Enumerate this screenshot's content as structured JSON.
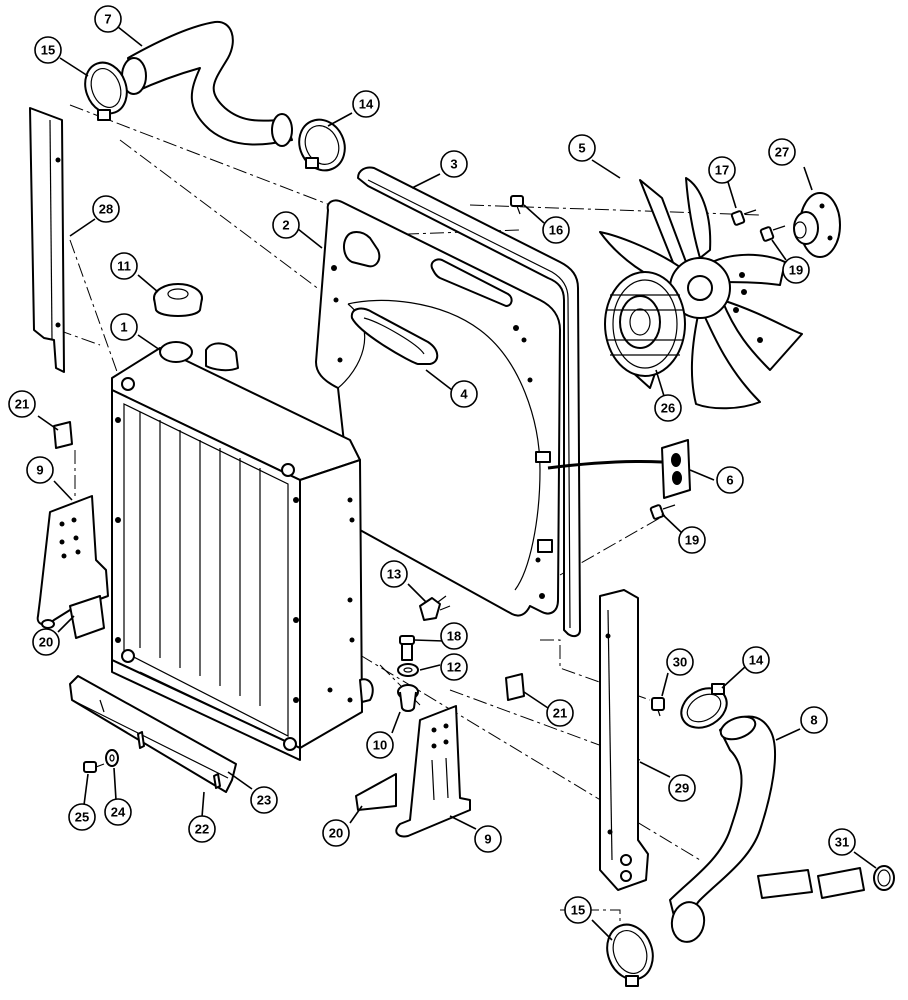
{
  "callouts": [
    {
      "id": "c7",
      "label": "7"
    },
    {
      "id": "c15a",
      "label": "15"
    },
    {
      "id": "c14a",
      "label": "14"
    },
    {
      "id": "c28",
      "label": "28"
    },
    {
      "id": "c3",
      "label": "3"
    },
    {
      "id": "c2",
      "label": "2"
    },
    {
      "id": "c16",
      "label": "16"
    },
    {
      "id": "c5",
      "label": "5"
    },
    {
      "id": "c17",
      "label": "17"
    },
    {
      "id": "c27",
      "label": "27"
    },
    {
      "id": "c11",
      "label": "11"
    },
    {
      "id": "c19a",
      "label": "19"
    },
    {
      "id": "c1",
      "label": "1"
    },
    {
      "id": "c4",
      "label": "4"
    },
    {
      "id": "c26",
      "label": "26"
    },
    {
      "id": "c21a",
      "label": "21"
    },
    {
      "id": "c9a",
      "label": "9"
    },
    {
      "id": "c6",
      "label": "6"
    },
    {
      "id": "c19b",
      "label": "19"
    },
    {
      "id": "c13",
      "label": "13"
    },
    {
      "id": "c18",
      "label": "18"
    },
    {
      "id": "c20a",
      "label": "20"
    },
    {
      "id": "c12",
      "label": "12"
    },
    {
      "id": "c30",
      "label": "30"
    },
    {
      "id": "c14b",
      "label": "14"
    },
    {
      "id": "c21b",
      "label": "21"
    },
    {
      "id": "c10",
      "label": "10"
    },
    {
      "id": "c8",
      "label": "8"
    },
    {
      "id": "c23",
      "label": "23"
    },
    {
      "id": "c29",
      "label": "29"
    },
    {
      "id": "c25",
      "label": "25"
    },
    {
      "id": "c24",
      "label": "24"
    },
    {
      "id": "c22",
      "label": "22"
    },
    {
      "id": "c20b",
      "label": "20"
    },
    {
      "id": "c9b",
      "label": "9"
    },
    {
      "id": "c31",
      "label": "31"
    },
    {
      "id": "c15b",
      "label": "15"
    }
  ]
}
